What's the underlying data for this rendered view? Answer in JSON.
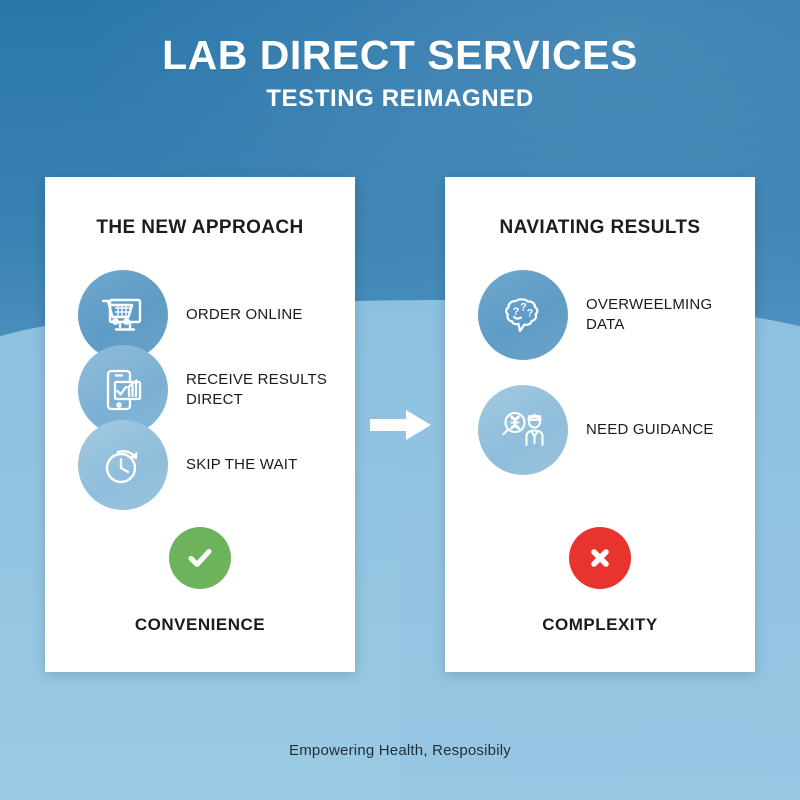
{
  "header": {
    "title": "LAB DIRECT SERVICES",
    "subtitle": "TESTING REIMAGNED"
  },
  "colors": {
    "background_top": "#2a76ab",
    "background_bottom": "#93c5e2",
    "card_background": "#ffffff",
    "icon_circle_dark": "#5e9bc5",
    "icon_circle_mid": "#7cb0d3",
    "icon_circle_light": "#9cc5df",
    "success_green": "#6cb35c",
    "error_red": "#e8332f",
    "heading_text": "#1c1c1c",
    "arrow": "#ffffff"
  },
  "left_card": {
    "heading": "THE NEW APPROACH",
    "features": [
      {
        "label": "ORDER ONLINE",
        "icon": "cart-monitor-icon"
      },
      {
        "label": "RECEIVE RESULTS DIRECT",
        "icon": "phone-chart-icon"
      },
      {
        "label": "SKIP THE WAIT",
        "icon": "clock-arrow-icon"
      }
    ],
    "outcome": {
      "label": "CONVENIENCE",
      "icon": "check-circle-icon",
      "color": "#6cb35c"
    }
  },
  "right_card": {
    "heading": "NAVIATING RESULTS",
    "features": [
      {
        "label": "OVERWEELMING DATA",
        "icon": "brain-question-icon"
      },
      {
        "label": "NEED GUIDANCE",
        "icon": "dna-magnifier-doctor-icon"
      }
    ],
    "outcome": {
      "label": "COMPLEXITY",
      "icon": "x-circle-icon",
      "color": "#e8332f"
    }
  },
  "connector": {
    "icon": "right-arrow-icon"
  },
  "footer": {
    "text": "Empowering Health, Resposibily"
  }
}
